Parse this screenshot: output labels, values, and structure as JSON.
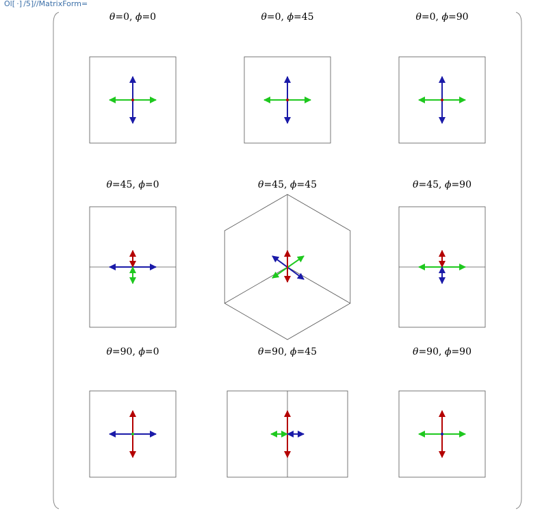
{
  "output_label": "Ol[ ·] /5]//MatrixForm=",
  "grid": {
    "rows": 3,
    "cols": 3,
    "cells": [
      {
        "theta": "0",
        "phi": "0",
        "view": "front"
      },
      {
        "theta": "0",
        "phi": "45",
        "view": "front"
      },
      {
        "theta": "0",
        "phi": "90",
        "view": "front"
      },
      {
        "theta": "45",
        "phi": "0",
        "view": "tall-h"
      },
      {
        "theta": "45",
        "phi": "45",
        "view": "iso"
      },
      {
        "theta": "45",
        "phi": "90",
        "view": "tall-h"
      },
      {
        "theta": "90",
        "phi": "0",
        "view": "front"
      },
      {
        "theta": "90",
        "phi": "45",
        "view": "wide-v"
      },
      {
        "theta": "90",
        "phi": "90",
        "view": "front"
      }
    ]
  },
  "symbols": {
    "theta": "θ",
    "phi": "ϕ",
    "equals": "=",
    "sep": ", "
  },
  "colors": {
    "axis_x": "#1ec81e",
    "axis_y": "#1a1aa8",
    "axis_z": "#b40000",
    "box": "#555555"
  }
}
